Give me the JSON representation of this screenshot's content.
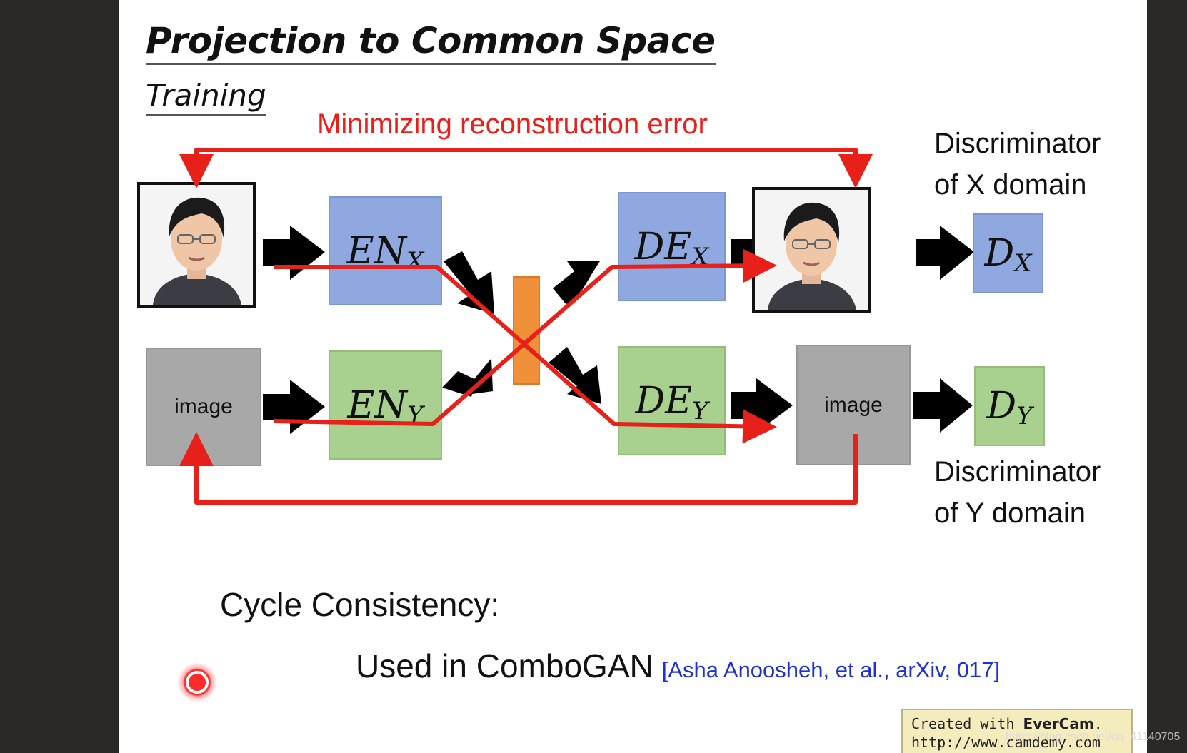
{
  "title": "Projection to Common Space",
  "subtitle": "Training",
  "annotation": "Minimizing reconstruction error",
  "encoder_x": {
    "main": "EN",
    "sub": "X"
  },
  "encoder_y": {
    "main": "EN",
    "sub": "Y"
  },
  "decoder_x": {
    "main": "DE",
    "sub": "X"
  },
  "decoder_y": {
    "main": "DE",
    "sub": "Y"
  },
  "discriminator_x": {
    "main": "D",
    "sub": "X"
  },
  "discriminator_y": {
    "main": "D",
    "sub": "Y"
  },
  "image_label_left": "image",
  "image_label_right": "image",
  "disc_x_label": {
    "line1": "Discriminator",
    "line2": "of X domain"
  },
  "disc_y_label": {
    "line1": "Discriminator",
    "line2": "of Y domain"
  },
  "cycle_text": "Cycle Consistency:",
  "used_text": "Used in ComboGAN",
  "citation": "[Asha Anoosheh, et al., arXiv, 017]",
  "badge": {
    "line1_prefix": "Created with ",
    "line1_brand": "EverCam",
    "line1_suffix": ".",
    "line2": "http://www.camdemy.com"
  },
  "watermark": "https://blog.csdn.net/qq_41140705",
  "colors": {
    "blue_box": "#8fa9e0",
    "green_box": "#a8d08e",
    "gray_box": "#a8a8a8",
    "red_path": "#e8201a",
    "latent": "#f0913a"
  },
  "icons": [
    "face-photo-icon",
    "arrow-right-icon",
    "laser-pointer-icon"
  ]
}
